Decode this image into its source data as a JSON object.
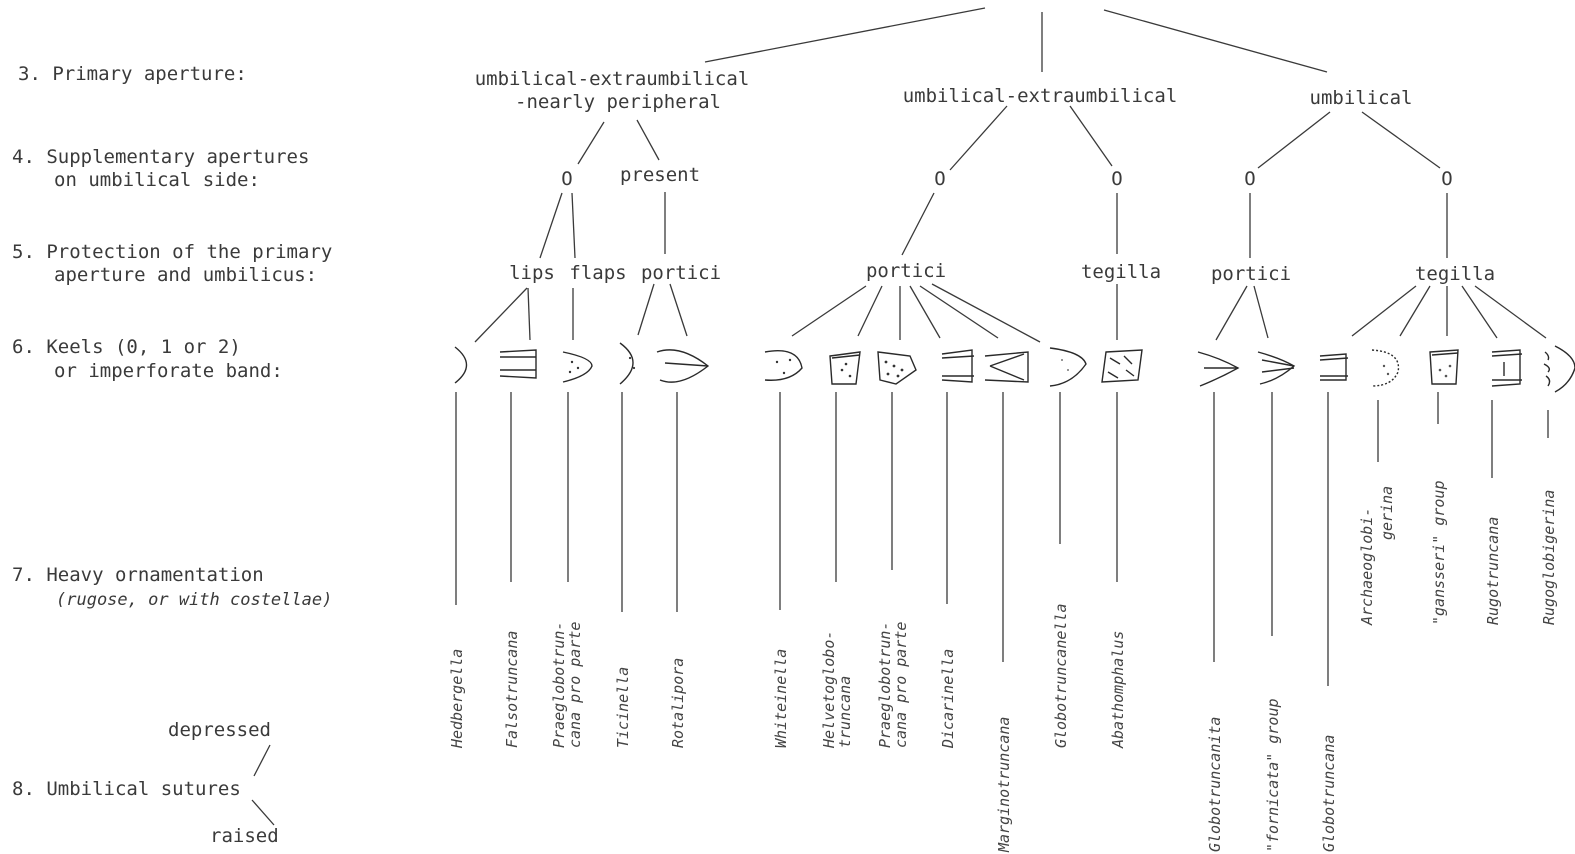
{
  "criteria": [
    {
      "number": "3.",
      "lines": [
        "Primary aperture:"
      ]
    },
    {
      "number": "4.",
      "lines": [
        "Supplementary apertures",
        "on umbilical side:"
      ]
    },
    {
      "number": "5.",
      "lines": [
        "Protection of the primary",
        "aperture and umbilicus:"
      ]
    },
    {
      "number": "6.",
      "lines": [
        "Keels (0, 1 or 2)",
        "or imperforate band:"
      ]
    },
    {
      "number": "7.",
      "lines": [
        "Heavy ornamentation",
        "(rugose, or with costellae)"
      ]
    },
    {
      "number": "8.",
      "lines": [
        "Umbilical sutures"
      ]
    }
  ],
  "sutures": {
    "upper": "depressed",
    "lower": "raised"
  },
  "apertures": [
    {
      "id": "a1",
      "lines": [
        "umbilical-extraumbilical",
        "-nearly peripheral"
      ]
    },
    {
      "id": "a2",
      "lines": [
        "umbilical-extraumbilical"
      ]
    },
    {
      "id": "a3",
      "lines": [
        "umbilical"
      ]
    }
  ],
  "supplementary": [
    {
      "id": "s1",
      "label": "O"
    },
    {
      "id": "s2",
      "label": "present"
    },
    {
      "id": "s3",
      "label": "O"
    },
    {
      "id": "s4",
      "label": "O"
    },
    {
      "id": "s5",
      "label": "O"
    },
    {
      "id": "s6",
      "label": "O"
    }
  ],
  "protection": [
    {
      "id": "p1",
      "label": "lips"
    },
    {
      "id": "p2",
      "label": "flaps"
    },
    {
      "id": "p3",
      "label": "portici"
    },
    {
      "id": "p4",
      "label": "portici"
    },
    {
      "id": "p5",
      "label": "tegilla"
    },
    {
      "id": "p6",
      "label": "portici"
    },
    {
      "id": "p7",
      "label": "tegilla"
    }
  ],
  "genera": [
    {
      "lines": [
        "Hedbergella"
      ]
    },
    {
      "lines": [
        "Falsotruncana"
      ]
    },
    {
      "lines": [
        "Praeglobotrun-",
        "cana pro parte"
      ]
    },
    {
      "lines": [
        "Ticinella"
      ]
    },
    {
      "lines": [
        "Rotalipora"
      ]
    },
    {
      "lines": [
        "Whiteinella"
      ]
    },
    {
      "lines": [
        "Helvetoglobo-",
        "truncana"
      ]
    },
    {
      "lines": [
        "Praeglobotrun-",
        "cana pro parte"
      ]
    },
    {
      "lines": [
        "Dicarinella"
      ]
    },
    {
      "lines": [
        "Marginotruncana"
      ]
    },
    {
      "lines": [
        "Globotruncanella"
      ]
    },
    {
      "lines": [
        "Abathomphalus"
      ]
    },
    {
      "lines": [
        "Globotruncanita"
      ]
    },
    {
      "lines": [
        "\"fornicata\" group"
      ]
    },
    {
      "lines": [
        "Globotruncana"
      ]
    },
    {
      "lines": [
        "Archaeoglobi-",
        "gerina"
      ]
    },
    {
      "lines": [
        "\"gansseri\" group"
      ]
    },
    {
      "lines": [
        "Rugotruncana"
      ]
    },
    {
      "lines": [
        "Rugoglobigerina"
      ]
    }
  ]
}
